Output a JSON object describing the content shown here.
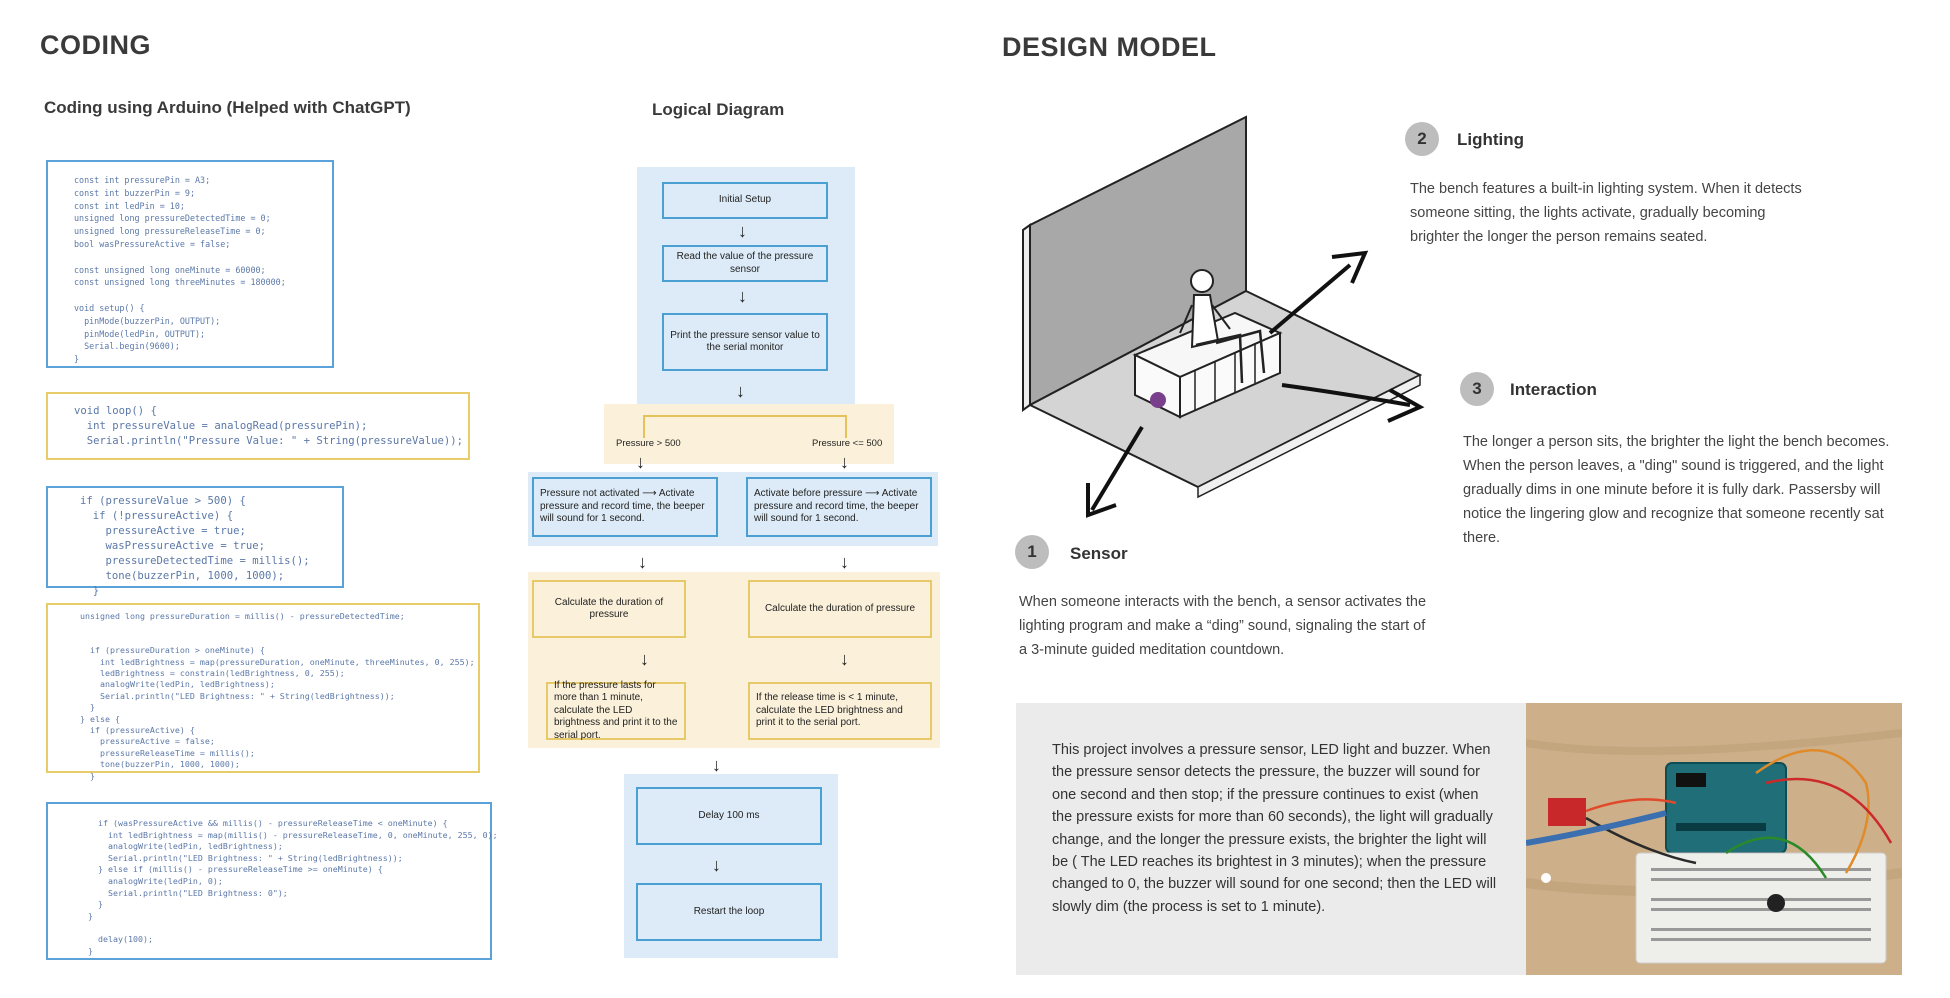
{
  "coding": {
    "title": "CODING",
    "subtitle": "Coding using Arduino (Helped with ChatGPT)",
    "code_blocks": [
      "const int pressurePin = A3;\nconst int buzzerPin = 9;\nconst int ledPin = 10;\nunsigned long pressureDetectedTime = 0;\nunsigned long pressureReleaseTime = 0;\nbool wasPressureActive = false;\n\nconst unsigned long oneMinute = 60000;\nconst unsigned long threeMinutes = 180000;\n\nvoid setup() {\n  pinMode(buzzerPin, OUTPUT);\n  pinMode(ledPin, OUTPUT);\n  Serial.begin(9600);\n}",
      "void loop() {\n  int pressureValue = analogRead(pressurePin);\n  Serial.println(\"Pressure Value: \" + String(pressureValue));",
      "if (pressureValue > 500) {\n  if (!pressureActive) {\n    pressureActive = true;\n    wasPressureActive = true;\n    pressureDetectedTime = millis();\n    tone(buzzerPin, 1000, 1000);\n  }",
      "unsigned long pressureDuration = millis() - pressureDetectedTime;\n\n\n  if (pressureDuration > oneMinute) {\n    int ledBrightness = map(pressureDuration, oneMinute, threeMinutes, 0, 255);\n    ledBrightness = constrain(ledBrightness, 0, 255);\n    analogWrite(ledPin, ledBrightness);\n    Serial.println(\"LED Brightness: \" + String(ledBrightness));\n  }\n} else {\n  if (pressureActive) {\n    pressureActive = false;\n    pressureReleaseTime = millis();\n    tone(buzzerPin, 1000, 1000);\n  }",
      "  if (wasPressureActive && millis() - pressureReleaseTime < oneMinute) {\n    int ledBrightness = map(millis() - pressureReleaseTime, 0, oneMinute, 255, 0);\n    analogWrite(ledPin, ledBrightness);\n    Serial.println(\"LED Brightness: \" + String(ledBrightness));\n  } else if (millis() - pressureReleaseTime >= oneMinute) {\n    analogWrite(ledPin, 0);\n    Serial.println(\"LED Brightness: 0\");\n  }\n}\n\n  delay(100);\n}"
    ]
  },
  "logic": {
    "title": "Logical Diagram",
    "initial_setup": "Initial Setup",
    "read_value": "Read the value of the pressure sensor",
    "print_value": "Print the pressure sensor value to the serial monitor",
    "cond_left": "Pressure > 500",
    "cond_right": "Pressure <= 500",
    "branch_left": "Pressure not activated ⟶ Activate pressure and record time, the beeper will sound for 1 second.",
    "branch_right": "Activate before pressure ⟶ Activate pressure and record time, the beeper will sound for 1 second.",
    "calc_left": "Calculate the duration of pressure",
    "calc_right": "Calculate the duration of pressure",
    "result_left": "If the pressure lasts for more than 1 minute, calculate the LED brightness and print it to the serial port.",
    "result_right": "If the release time is < 1 minute, calculate the LED brightness and print it to the serial port.",
    "delay": "Delay 100 ms",
    "restart": "Restart the loop",
    "arrow": "↓"
  },
  "design": {
    "title": "DESIGN MODEL",
    "sections": [
      {
        "num": "1",
        "title": "Sensor",
        "text": "When someone interacts with the bench, a sensor activates the lighting program and make a “ding” sound, signaling the start of a 3-minute guided meditation countdown."
      },
      {
        "num": "2",
        "title": "Lighting",
        "text": "The bench features a built-in lighting system. When it detects someone sitting, the lights activate, gradually becoming brighter the longer the person remains seated."
      },
      {
        "num": "3",
        "title": "Interaction",
        "text": "The longer a person sits, the brighter the light the bench becomes. When the person leaves, a \"ding\" sound is triggered, and the light gradually dims in one minute before it is fully dark. Passersby will notice the lingering glow and recognize that someone recently sat there."
      }
    ],
    "summary": "This project involves a pressure sensor, LED light and buzzer.  When the pressure sensor  detects the pressure, the buzzer will sound  for one second and then stop; if the pressure continues to exist (when the pressure exists  for more than 60 seconds), the light will gradually change, and the longer the pressure exists,  the brighter the light will be ( The LED reaches its brightest in 3 minutes); when the pressure  changed to 0, the buzzer will sound for one second; then the LED will slowly dim (the process  is set to 1 minute)."
  }
}
